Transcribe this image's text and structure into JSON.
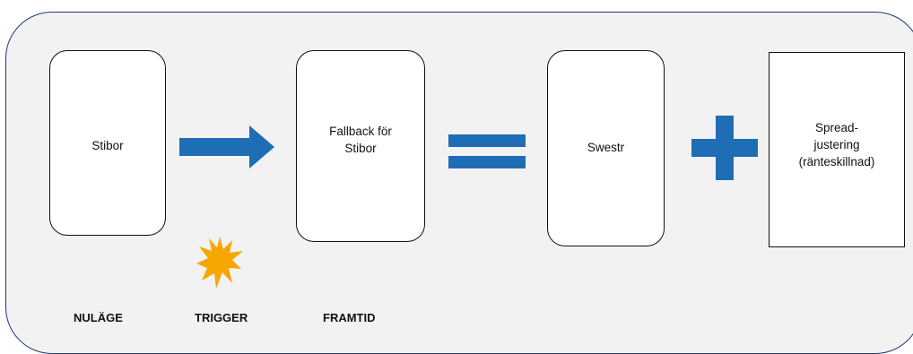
{
  "boxes": {
    "stibor": "Stibor",
    "fallback": "Fallback för\nStibor",
    "swestr": "Swestr",
    "spread": "Spread-\njustering\n(ränteskillnad)"
  },
  "labels": {
    "nulage": "NULÄGE",
    "trigger": "TRIGGER",
    "framtid": "FRAMTID"
  },
  "colors": {
    "symbol_blue": "#1f6db5",
    "panel_border": "#1f3b6e",
    "panel_fill": "#f2f2f2",
    "burst_orange": "#f7a600"
  }
}
